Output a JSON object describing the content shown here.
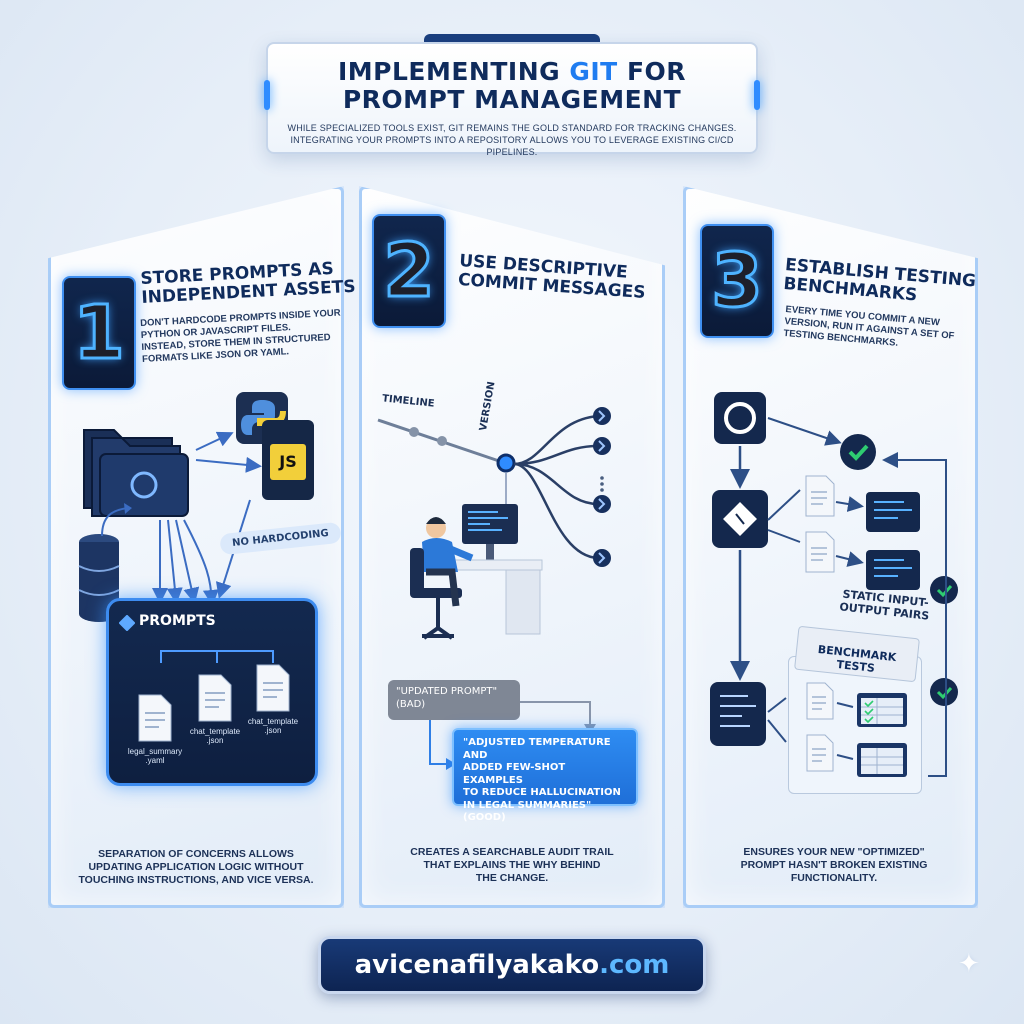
{
  "header": {
    "title_line1_a": "IMPLEMENTING ",
    "title_line1_b": "GIT",
    "title_line1_c": " FOR",
    "title_line2": "PROMPT MANAGEMENT",
    "subtitle_line1": "WHILE SPECIALIZED TOOLS EXIST, GIT REMAINS THE GOLD STANDARD FOR TRACKING CHANGES.",
    "subtitle_line2": "INTEGRATING YOUR PROMPTS INTO A REPOSITORY ALLOWS YOU TO LEVERAGE EXISTING CI/CD PIPELINES."
  },
  "colors": {
    "accent": "#1f7cf0",
    "navy": "#0f2b5c",
    "panel_border": "#a9cdf7",
    "check_green": "#2ecc71",
    "bad_gray": "#7f8795",
    "good_blue": "#2e8cf2"
  },
  "panels": [
    {
      "number": "1",
      "title_line1": "STORE PROMPTS AS",
      "title_line2": "INDEPENDENT ASSETS",
      "desc_lines": [
        "DON'T HARDCODE PROMPTS INSIDE YOUR",
        "PYTHON OR JAVASCRIPT FILES.",
        "INSTEAD, STORE THEM IN STRUCTURED",
        "FORMATS LIKE JSON OR YAML."
      ],
      "badge": "NO HARDCODING",
      "js_label": "JS",
      "prompts_title": "PROMPTS",
      "files": [
        "legal_summary .yaml",
        "chat_template .json",
        "chat_template .json"
      ],
      "footer_lines": [
        "SEPARATION OF CONCERNS ALLOWS",
        "UPDATING APPLICATION LOGIC WITHOUT",
        "TOUCHING INSTRUCTIONS, AND VICE VERSA."
      ],
      "icons": [
        "folder-stack-icon",
        "github-icon",
        "python-icon",
        "javascript-icon",
        "database-icon",
        "git-icon",
        "document-icon"
      ]
    },
    {
      "number": "2",
      "title_line1": "USE DESCRIPTIVE",
      "title_line2": "COMMIT MESSAGES",
      "timeline_label": "TIMELINE",
      "version_label": "VERSION",
      "bad_message": "\"UPDATED PROMPT\"",
      "bad_tag": "(BAD)",
      "good_message_lines": [
        "\"ADJUSTED TEMPERATURE AND",
        "ADDED FEW-SHOT EXAMPLES",
        "TO REDUCE HALLUCINATION",
        "IN LEGAL SUMMARIES\""
      ],
      "good_tag": "(GOOD)",
      "footer_lines": [
        "CREATES A SEARCHABLE AUDIT TRAIL",
        "THAT EXPLAINS THE WHY BEHIND",
        "THE CHANGE."
      ],
      "icons": [
        "developer-at-desk-icon",
        "monitor-icon",
        "branch-node-icon",
        "chevron-right-icon"
      ]
    },
    {
      "number": "3",
      "title_line1": "ESTABLISH TESTING",
      "title_line2": "BENCHMARKS",
      "desc_lines": [
        "EVERY TIME YOU COMMIT A NEW",
        "VERSION, RUN IT AGAINST A SET OF",
        "TESTING BENCHMARKS."
      ],
      "static_label_lines": [
        "STATIC INPUT-",
        "OUTPUT PAIRS"
      ],
      "bench_title": "BENCHMARK TESTS",
      "footer_lines": [
        "ENSURES YOUR NEW \"OPTIMIZED\"",
        "PROMPT HASN'T BROKEN EXISTING",
        "FUNCTIONALITY."
      ],
      "icons": [
        "github-icon",
        "git-icon",
        "code-editor-icon",
        "check-circle-icon",
        "document-icon",
        "test-table-icon"
      ]
    }
  ],
  "website": {
    "name": "avicenafilyakako",
    "tld": ".com"
  },
  "decor_icons": [
    "sparkle-icon"
  ]
}
